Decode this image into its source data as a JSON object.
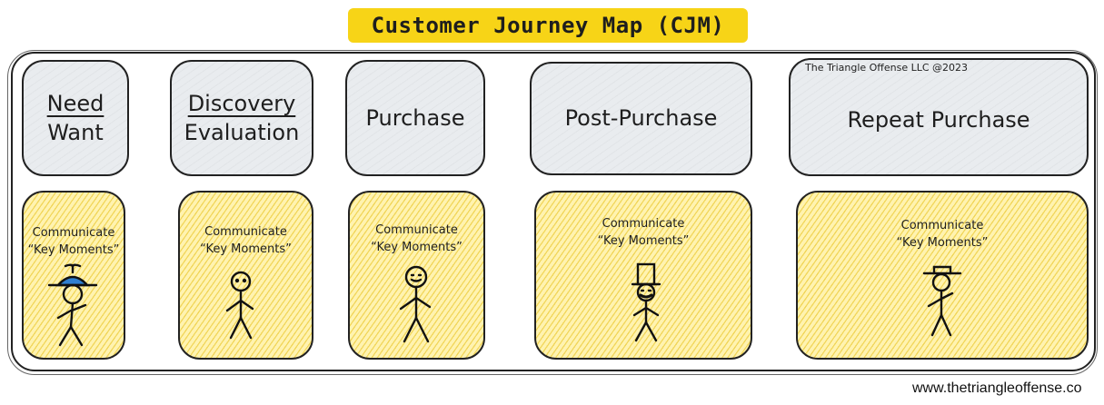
{
  "title": "Customer Journey Map  (CJM)",
  "credit": "The Triangle Offense LLC @2023",
  "footer": "www.thetriangleoffense.co",
  "stages": [
    {
      "line1": "Need",
      "line2": "Want",
      "figure": "propeller-hat"
    },
    {
      "line1": "Discovery",
      "line2": "Evaluation",
      "figure": "plain"
    },
    {
      "line1": "Purchase",
      "line2": "",
      "figure": "smiling"
    },
    {
      "line1": "Post-Purchase",
      "line2": "",
      "figure": "top-hat"
    },
    {
      "line1": "Repeat Purchase",
      "line2": "",
      "figure": "fedora"
    }
  ],
  "moment": {
    "line1": "Communicate",
    "line2": "“Key Moments”"
  },
  "colors": {
    "title_bg": "#f7d417",
    "stage_bg": "#e9ecef",
    "moment_bg": "#fff3b0",
    "propeller_cap": "#2f7fd1"
  }
}
